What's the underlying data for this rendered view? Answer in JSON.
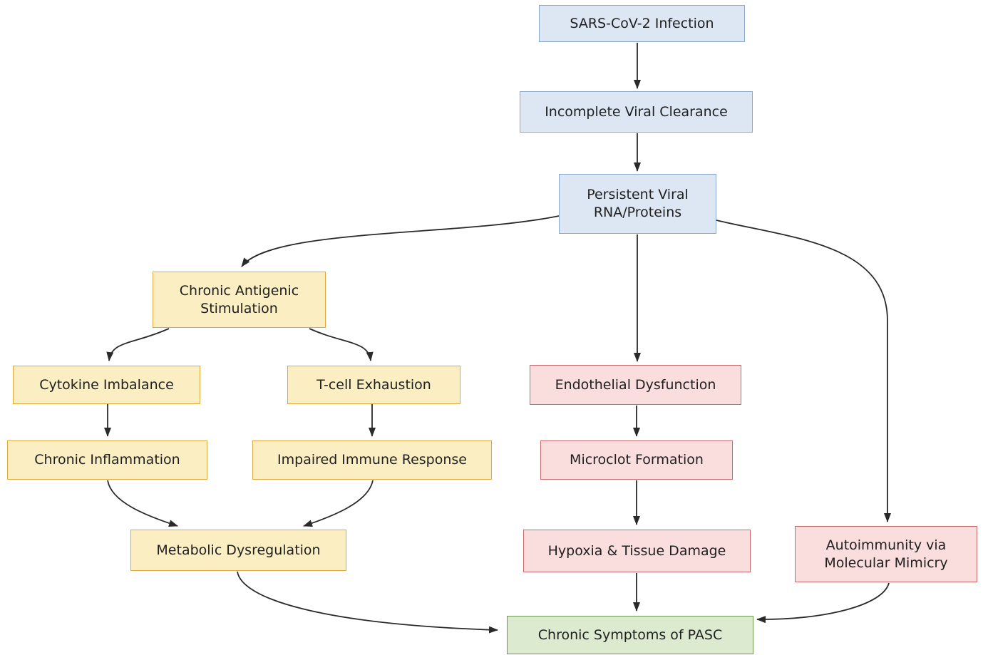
{
  "diagram": {
    "type": "flowchart",
    "topic": "Chronic Symptoms of PASC"
  },
  "colors": {
    "blue_fill": "#dde7f3",
    "blue_border": "#8ba7c7",
    "yellow_fill": "#faeec2",
    "yellow_border": "#dba93f",
    "red_fill": "#fadddd",
    "red_border": "#c66a6c",
    "green_fill": "#dcebd0",
    "green_border": "#6c9a52",
    "arrow": "#2a2a2a",
    "text": "#1f1f1f",
    "bg": "#ffffff"
  },
  "nodes": {
    "sars": {
      "label": "SARS-CoV-2 Infection",
      "color": "blue"
    },
    "incomplete": {
      "label": "Incomplete Viral Clearance",
      "color": "blue"
    },
    "persistent": {
      "label": "Persistent Viral RNA/Proteins",
      "color": "blue"
    },
    "antigenic": {
      "label": "Chronic Antigenic Stimulation",
      "color": "yellow"
    },
    "cytokine": {
      "label": "Cytokine Imbalance",
      "color": "yellow"
    },
    "tcell": {
      "label": "T-cell Exhaustion",
      "color": "yellow"
    },
    "inflammation": {
      "label": "Chronic Inflammation",
      "color": "yellow"
    },
    "impaired": {
      "label": "Impaired Immune Response",
      "color": "yellow"
    },
    "metabolic": {
      "label": "Metabolic Dysregulation",
      "color": "yellow"
    },
    "endothelial": {
      "label": "Endothelial Dysfunction",
      "color": "red"
    },
    "microclot": {
      "label": "Microclot Formation",
      "color": "red"
    },
    "hypoxia": {
      "label": "Hypoxia & Tissue Damage",
      "color": "red"
    },
    "autoimmunity": {
      "label": "Autoimmunity via Molecular Mimicry",
      "color": "red"
    },
    "pasc": {
      "label": "Chronic Symptoms of PASC",
      "color": "green"
    }
  },
  "edges": [
    {
      "from": "sars",
      "to": "incomplete"
    },
    {
      "from": "incomplete",
      "to": "persistent"
    },
    {
      "from": "persistent",
      "to": "antigenic"
    },
    {
      "from": "persistent",
      "to": "endothelial"
    },
    {
      "from": "persistent",
      "to": "autoimmunity"
    },
    {
      "from": "antigenic",
      "to": "cytokine"
    },
    {
      "from": "antigenic",
      "to": "tcell"
    },
    {
      "from": "cytokine",
      "to": "inflammation"
    },
    {
      "from": "tcell",
      "to": "impaired"
    },
    {
      "from": "inflammation",
      "to": "metabolic"
    },
    {
      "from": "impaired",
      "to": "metabolic"
    },
    {
      "from": "endothelial",
      "to": "microclot"
    },
    {
      "from": "microclot",
      "to": "hypoxia"
    },
    {
      "from": "hypoxia",
      "to": "pasc"
    },
    {
      "from": "metabolic",
      "to": "pasc"
    },
    {
      "from": "autoimmunity",
      "to": "pasc"
    }
  ]
}
